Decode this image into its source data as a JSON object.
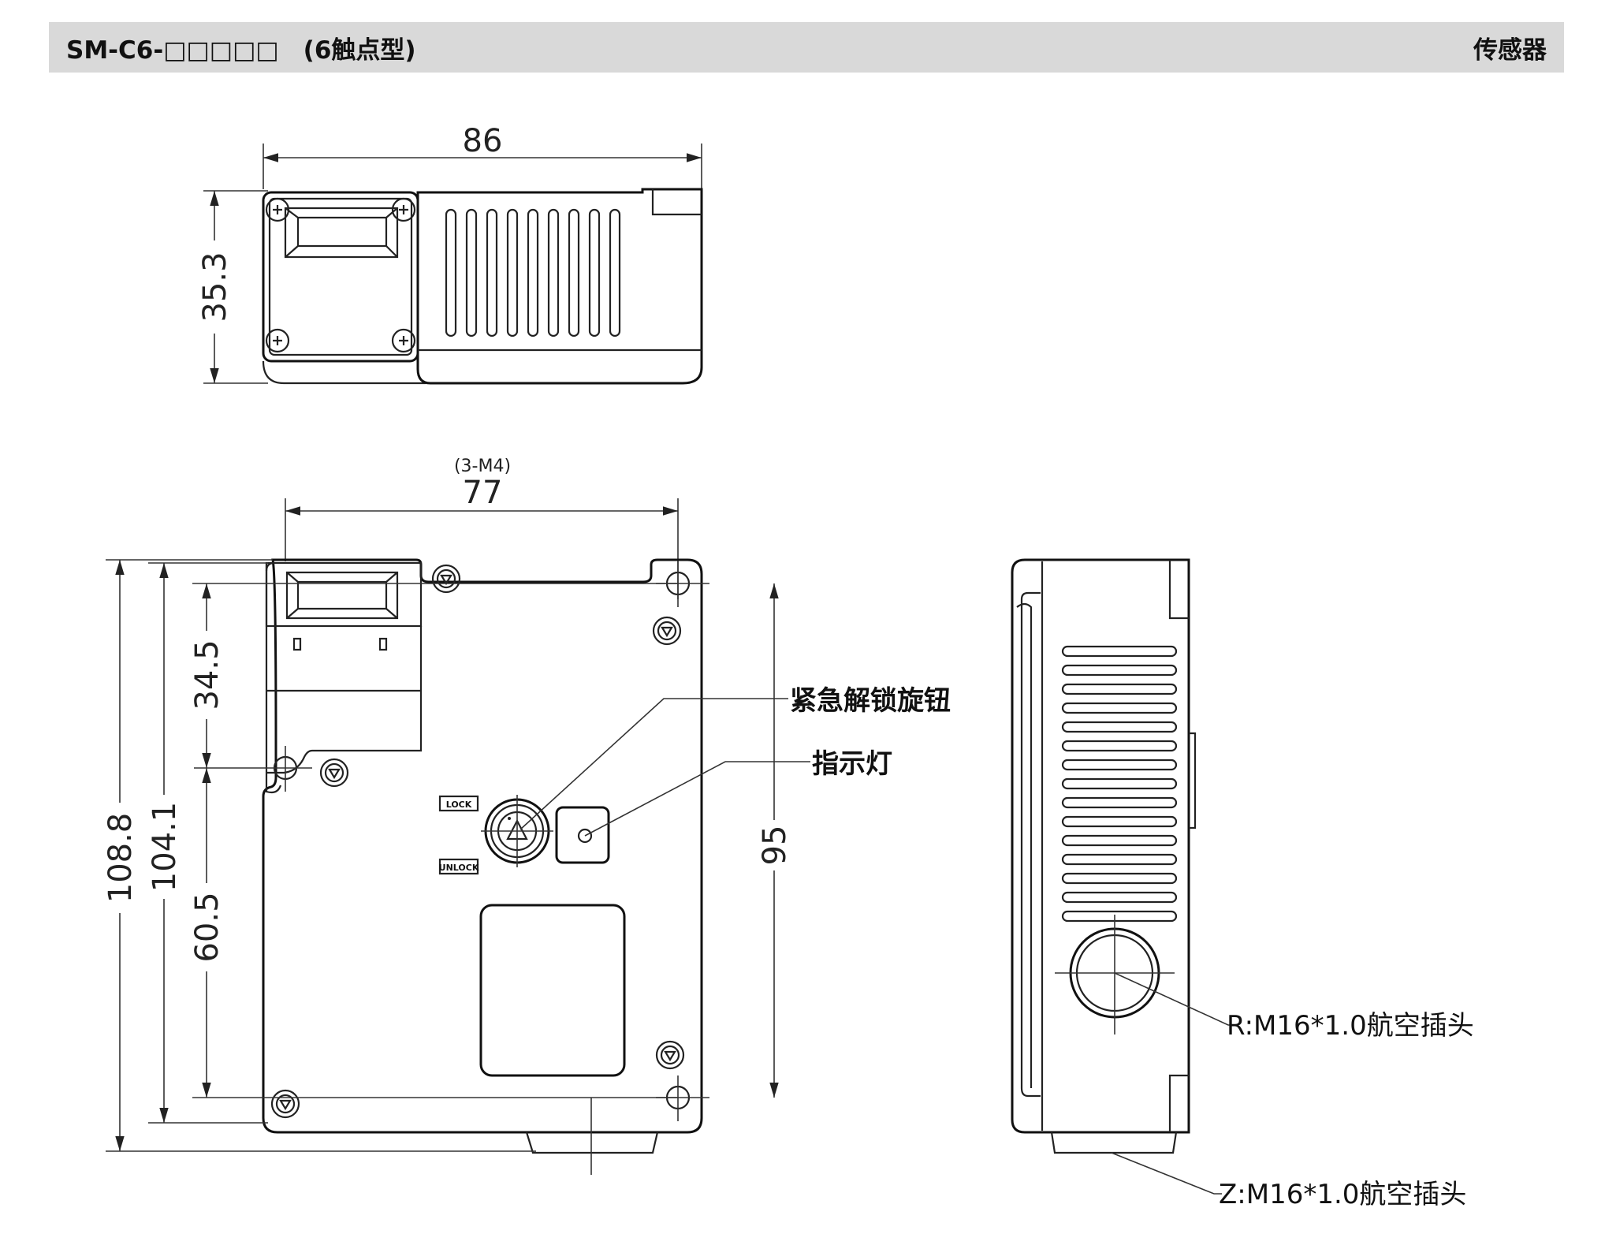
{
  "header": {
    "title": "SM-C6-□□□□□　(6触点型)",
    "category": "传感器"
  },
  "dimensions": {
    "top_width": "86",
    "top_height": "35.3",
    "hole_note": "(3-M4)",
    "hole_spacing": "77",
    "total_height": "108.8",
    "body_height": "104.1",
    "upper_offset": "34.5",
    "lower_offset": "60.5",
    "right_height": "95"
  },
  "callouts": {
    "emergency_knob": "紧急解锁旋钮",
    "indicator": "指示灯",
    "r_connector": "R:M16*1.0航空插头",
    "z_connector": "Z:M16*1.0航空插头"
  },
  "panel_marks": {
    "lock": "LOCK",
    "unlock": "UNLOCK"
  }
}
